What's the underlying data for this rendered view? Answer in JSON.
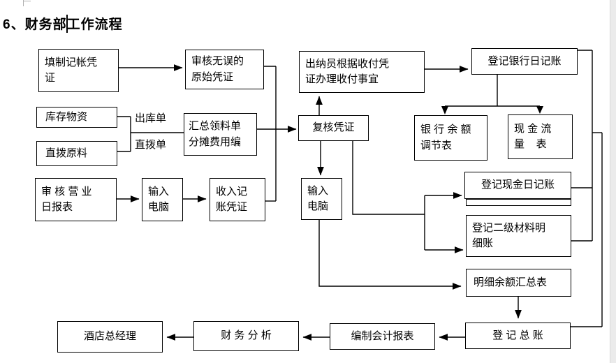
{
  "title": "6、财务部工作流程",
  "nodes": {
    "fill_voucher": {
      "lines": [
        "填制记帐凭",
        "证"
      ]
    },
    "verified_original": {
      "lines": [
        "审核无误的",
        "原始凭证"
      ]
    },
    "inventory": {
      "label": "库存物资"
    },
    "direct_material": {
      "label": "直拨原料"
    },
    "summarize_requisition": {
      "lines": [
        "汇总领料单",
        "分摊费用编"
      ]
    },
    "audit_daily_report": {
      "lines": [
        "审 核 营 业",
        "日报表"
      ]
    },
    "input_computer_left": {
      "lines": [
        "输入",
        "电脑"
      ]
    },
    "income_voucher": {
      "lines": [
        "收入记",
        "账凭证"
      ]
    },
    "cashier_handle": {
      "lines": [
        "出纳员根据收付凭",
        "证办理收付事宜"
      ]
    },
    "review_voucher": {
      "label": "复核凭证"
    },
    "input_computer_mid": {
      "lines": [
        "输入",
        "电脑"
      ]
    },
    "bank_journal": {
      "label": "登记银行日记账"
    },
    "bank_reconciliation": {
      "lines": [
        "银 行 余 额",
        "调节表"
      ]
    },
    "cash_flow": {
      "lines": [
        "现 金 流",
        "量    表"
      ]
    },
    "cash_journal": {
      "label": "登记现金日记账"
    },
    "secondary_material_ledger": {
      "lines": [
        "登记二级材料明",
        "细账"
      ]
    },
    "detail_balance_summary": {
      "label": "明细余额汇总表"
    },
    "general_ledger": {
      "label": "登 记 总 账"
    },
    "prepare_reports": {
      "label": "编制会计报表"
    },
    "financial_analysis": {
      "label": "财 务 分 析"
    },
    "hotel_gm": {
      "label": "酒店总经理"
    }
  },
  "edge_labels": {
    "outbound_order": "出库单",
    "direct_transfer_order": "直拨单"
  },
  "colors": {
    "line": "#000000",
    "background": "#ffffff",
    "page_edge": "#ebebeb"
  }
}
